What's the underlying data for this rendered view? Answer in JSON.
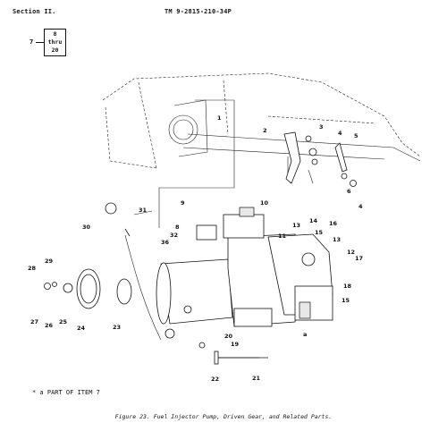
{
  "header": {
    "section": "Section II.",
    "tm": "TM 9-2815-210-34P"
  },
  "reference": {
    "item": "7",
    "from": "8",
    "thru": "thru",
    "to": "20"
  },
  "callouts": [
    "1",
    "2",
    "3",
    "4",
    "5",
    "6",
    "4",
    "9",
    "10",
    "31",
    "30",
    "8",
    "32",
    "36",
    "13",
    "14",
    "16",
    "15",
    "13",
    "12",
    "17",
    "11",
    "18",
    "15",
    "29",
    "28",
    "27",
    "26",
    "25",
    "24",
    "23",
    "20",
    "19",
    "a",
    "22",
    "21"
  ],
  "footnote": "* a PART OF ITEM 7",
  "caption": "Figure 23. Fuel Injector Pump, Driven Gear, and Related Parts."
}
